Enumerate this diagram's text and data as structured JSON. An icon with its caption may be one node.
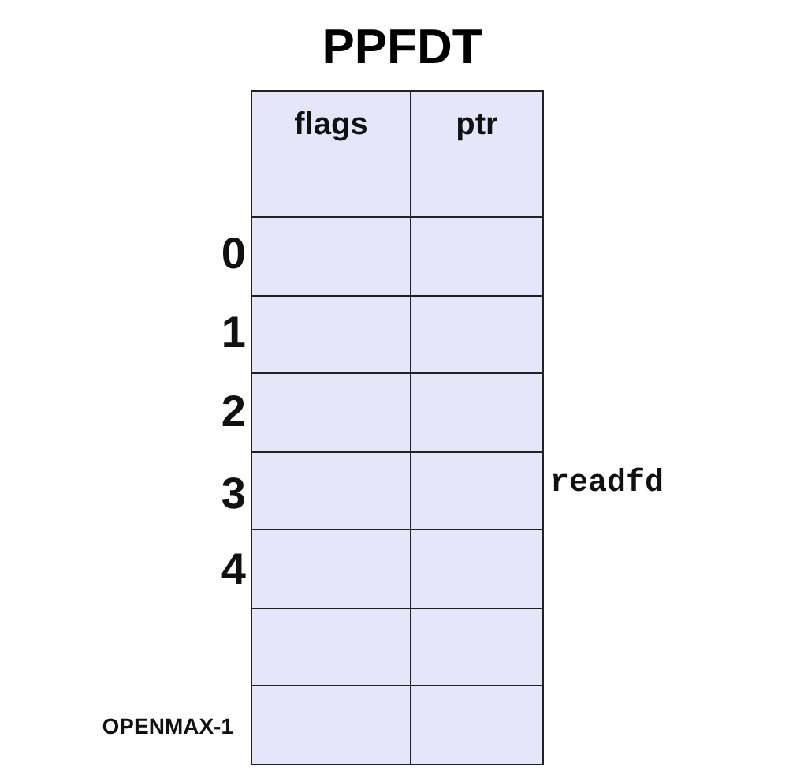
{
  "diagram": {
    "title": "PPFDT",
    "nodes": [
      {
        "text": [
          "flags"
        ]
      },
      {
        "text": [
          "ptr"
        ]
      },
      {
        "text": [],
        "shape": "box"
      },
      {
        "text": [],
        "shape": "box"
      },
      {
        "text": [],
        "shape": "box"
      },
      {
        "text": [],
        "shape": "box"
      },
      {
        "text": [],
        "shape": "box"
      },
      {
        "text": [],
        "shape": "box"
      },
      {
        "text": [],
        "shape": "box"
      },
      {
        "text": [],
        "shape": "box"
      },
      {
        "text": [],
        "shape": "box"
      },
      {
        "text": [],
        "shape": "box"
      },
      {
        "text": [],
        "shape": "box"
      },
      {
        "text": [],
        "shape": "box"
      },
      {
        "text": [],
        "shape": "box"
      },
      {
        "text": [],
        "shape": "box"
      }
    ],
    "labels": [
      "0",
      "1",
      "2",
      "3",
      "4",
      "OPENMAX-1",
      "readfd"
    ]
  }
}
